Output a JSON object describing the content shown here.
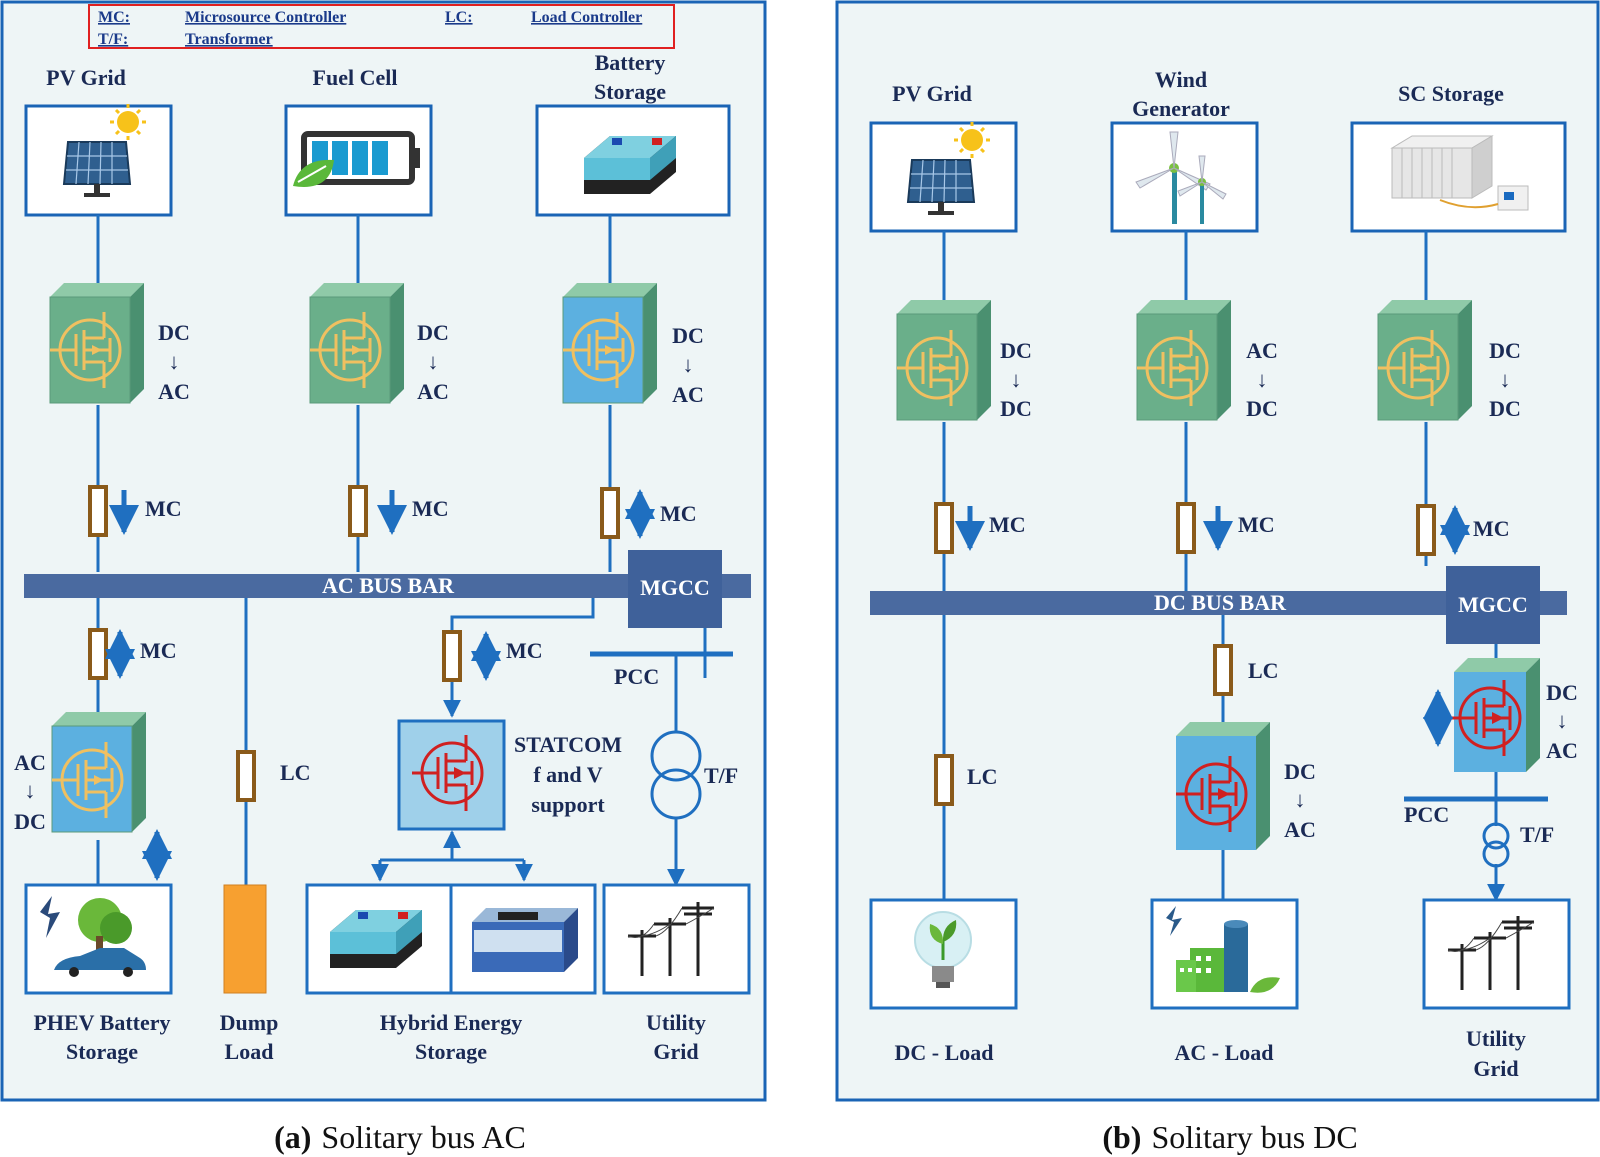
{
  "legend": {
    "mc_key": "MC:",
    "mc_value": "Microsource Controller",
    "lc_key": "LC:",
    "lc_value": "Load Controller",
    "tf_key": "T/F:",
    "tf_value": "Transformer"
  },
  "panel_a": {
    "sources": {
      "pv": "PV Grid",
      "fuel": "Fuel Cell",
      "battery_line1": "Battery",
      "battery_line2": "Storage"
    },
    "conv_dc_ac": {
      "top": "DC",
      "arrow": "↓",
      "bottom": "AC"
    },
    "conv_ac_dc": {
      "top": "AC",
      "arrow": "↓",
      "bottom": "DC"
    },
    "mc": "MC",
    "lc": "LC",
    "bus": "AC BUS BAR",
    "mgcc": "MGCC",
    "pcc": "PCC",
    "tf": "T/F",
    "statcom": {
      "line1": "STATCOM",
      "line2": "f and V",
      "line3": "support"
    },
    "loads": {
      "phev_line1": "PHEV Battery",
      "phev_line2": "Storage",
      "dump_line1": "Dump",
      "dump_line2": "Load",
      "hybrid_line1": "Hybrid Energy",
      "hybrid_line2": "Storage",
      "utility_line1": "Utility",
      "utility_line2": "Grid"
    },
    "caption_tag": "(a)",
    "caption_text": "Solitary bus AC"
  },
  "panel_b": {
    "sources": {
      "pv": "PV Grid",
      "wind_line1": "Wind",
      "wind_line2": "Generator",
      "sc": "SC Storage"
    },
    "conv_dc_dc": {
      "top": "DC",
      "arrow": "↓",
      "bottom": "DC"
    },
    "conv_ac_dc": {
      "top": "AC",
      "arrow": "↓",
      "bottom": "DC"
    },
    "conv_dc_ac": {
      "top": "DC",
      "arrow": "↓",
      "bottom": "AC"
    },
    "mc": "MC",
    "lc": "LC",
    "bus": "DC BUS BAR",
    "mgcc": "MGCC",
    "pcc": "PCC",
    "tf": "T/F",
    "loads": {
      "dc_load": "DC -  Load",
      "ac_load": "AC - Load",
      "utility_line1": "Utility",
      "utility_line2": "Grid"
    },
    "caption_tag": "(b)",
    "caption_text": "Solitary bus DC"
  },
  "colors": {
    "panel_bg": "#eef5f6",
    "panel_border": "#1a64b5",
    "bus": "#4a6aa0",
    "mgcc": "#3f619a",
    "wire": "#1f6fc0",
    "converter_green": "#6aaf8a",
    "converter_blue": "#5cb0e0",
    "resistor": "#8a5a1a",
    "legend_border": "#e02020",
    "dump_load": "#f7a030"
  }
}
